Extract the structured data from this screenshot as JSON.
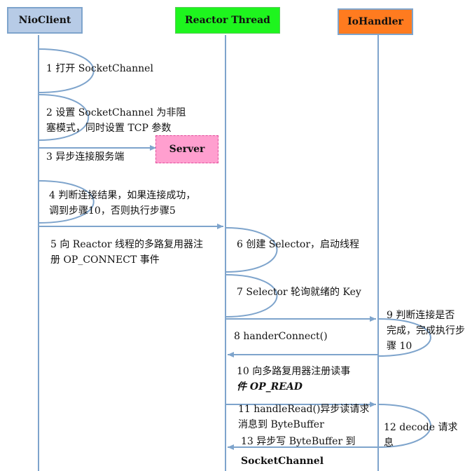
{
  "actors": {
    "client": "NioClient",
    "reactor": "Reactor Thread",
    "handler": "IoHandler"
  },
  "server": "Server",
  "colors": {
    "client_fill": "#b7cbe6",
    "reactor_fill": "#1ef51e",
    "handler_fill": "#ff7b1f",
    "lifeline": "#7ea4cc",
    "server_fill": "#ff9fcf"
  },
  "steps": {
    "s1": "1 打开 SocketChannel",
    "s2_l1": "2 设置 SocketChannel 为非阻",
    "s2_l2": "塞模式，同时设置 TCP 参数",
    "s3": "3 异步连接服务端",
    "s4_l1": "4 判断连接结果，如果连接成功，",
    "s4_l2": "调到步骤10，否则执行步骤5",
    "s5_l1": "5 向 Reactor 线程的多路复用器注",
    "s5_l2": "册 OP_CONNECT 事件",
    "s6": "6 创建 Selector，启动线程",
    "s7": "7 Selector 轮询就绪的 Key",
    "s8": "8 handerConnect()",
    "s9_l1": "9 判断连接是否",
    "s9_l2": "完成，完成执行步",
    "s9_l3": "骤 10",
    "s10_l1": "10 向多路复用器注册读事",
    "s10_l2": "件 OP_READ",
    "s11_l1": "11 handleRead()异步读请求",
    "s11_l2": "消息到 ByteBuffer",
    "s12_l1": "12 decode 请求",
    "s12_l2": "息",
    "s13_l1": "13 异步写 ByteBuffer 到",
    "s13_l2": "SocketChannel"
  }
}
